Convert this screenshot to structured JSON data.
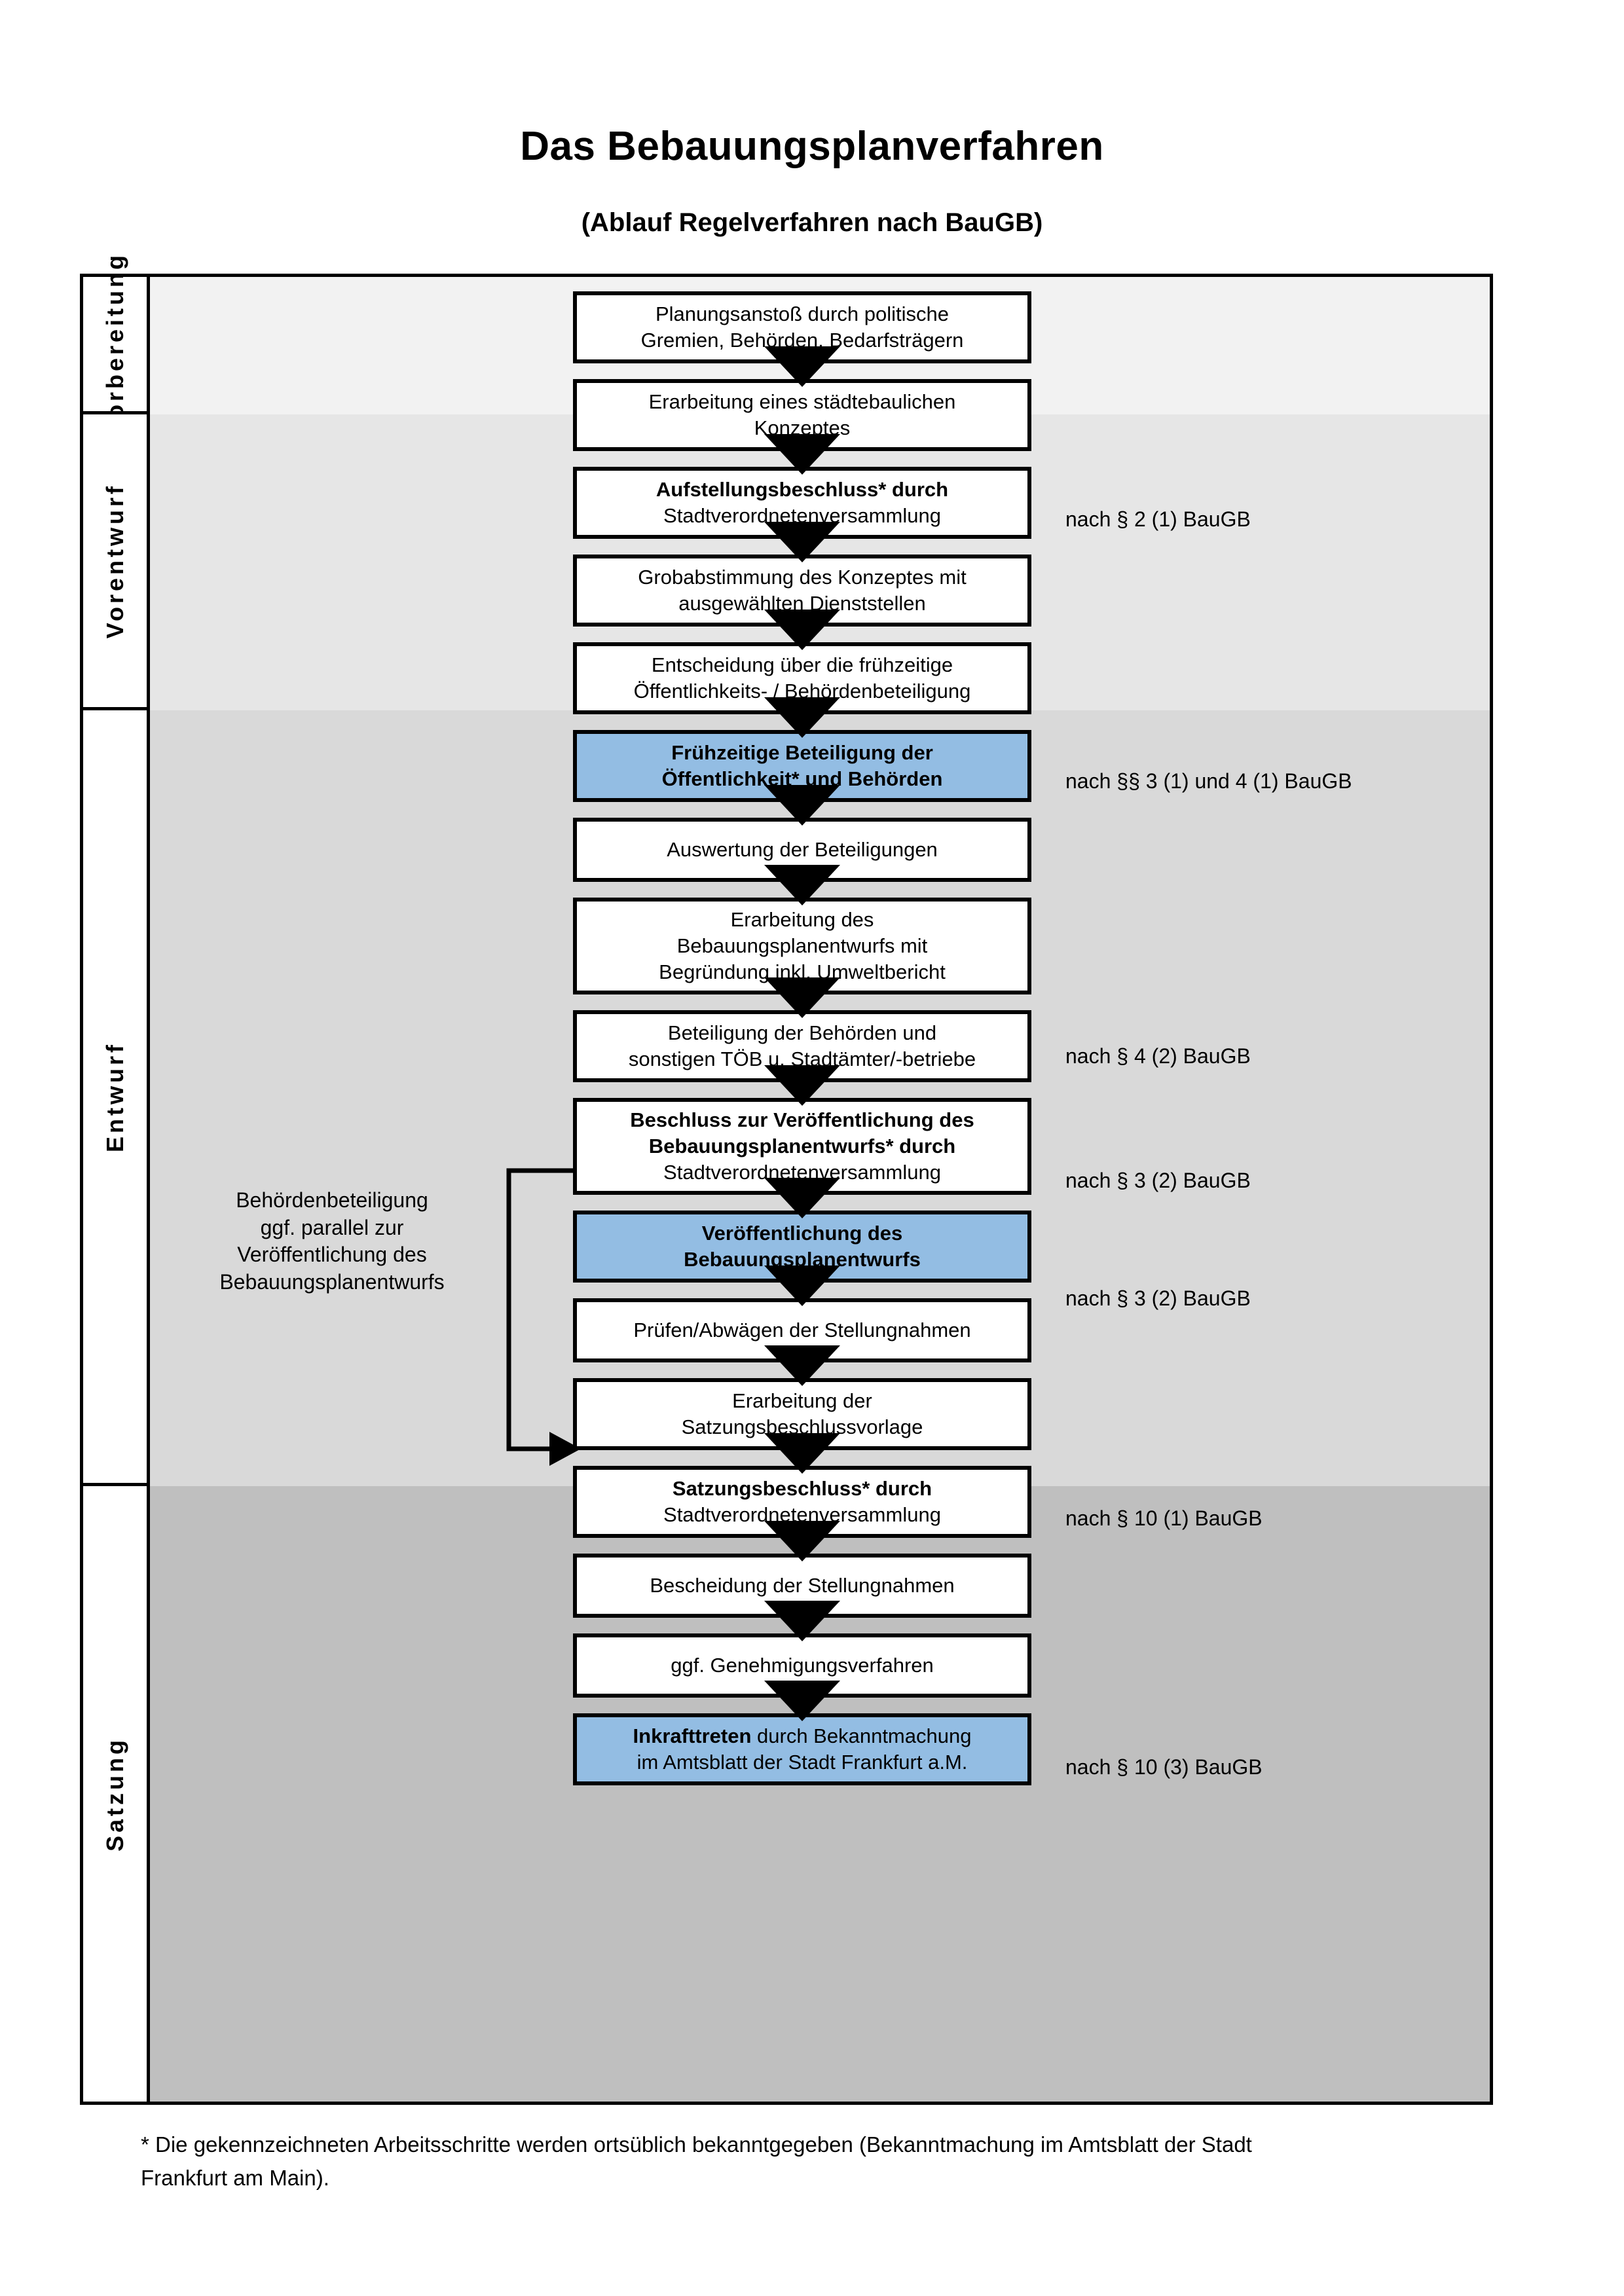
{
  "title": "Das Bebauungsplanverfahren",
  "subtitle": "(Ablauf Regelverfahren nach BauGB)",
  "colors": {
    "highlight_fill": "#93bde3",
    "band_vorbereitung": "#f2f2f2",
    "band_vorentwurf": "#e6e6e6",
    "band_entwurf": "#d9d9d9",
    "band_satzung": "#bfbfbf",
    "outline": "#000000"
  },
  "phases": [
    {
      "label": "Vorbereitung"
    },
    {
      "label": "Vorentwurf"
    },
    {
      "label": "Entwurf"
    },
    {
      "label": "Satzung"
    }
  ],
  "side_note": {
    "lines": [
      "Behördenbeteiligung",
      "ggf. parallel zur",
      "Veröffentlichung des",
      "Bebauungsplanentwurfs"
    ]
  },
  "steps": [
    {
      "id": "planungsanstoss",
      "phase": "Vorbereitung",
      "highlight": false,
      "lines": [
        {
          "text": "Planungsanstoß durch politische",
          "bold": false
        },
        {
          "text": "Gremien, Behörden, Bedarfsträgern",
          "bold": false
        }
      ]
    },
    {
      "id": "staedtebauliches-konzept",
      "phase": "Vorbereitung",
      "highlight": false,
      "lines": [
        {
          "text": "Erarbeitung eines städtebaulichen",
          "bold": false
        },
        {
          "text": "Konzeptes",
          "bold": false
        }
      ]
    },
    {
      "id": "aufstellungsbeschluss",
      "phase": "Vorbereitung",
      "highlight": false,
      "lines": [
        {
          "text": "Aufstellungsbeschluss* durch",
          "bold": true
        },
        {
          "text": "Stadtverordnetenversammlung",
          "bold": false
        }
      ]
    },
    {
      "id": "grobabstimmung",
      "phase": "Vorentwurf",
      "highlight": false,
      "lines": [
        {
          "text": "Grobabstimmung des Konzeptes mit",
          "bold": false
        },
        {
          "text": "ausgewählten Dienststellen",
          "bold": false
        }
      ]
    },
    {
      "id": "entscheidung-fruehzeitige",
      "phase": "Vorentwurf",
      "highlight": false,
      "lines": [
        {
          "text": "Entscheidung über die frühzeitige",
          "bold": false
        },
        {
          "text": "Öffentlichkeits- / Behördenbeteiligung",
          "bold": false
        }
      ]
    },
    {
      "id": "fruehzeitige-beteiligung",
      "phase": "Vorentwurf",
      "highlight": true,
      "lines": [
        {
          "text": "Frühzeitige Beteiligung der",
          "bold": true
        },
        {
          "text": "Öffentlichkeit* und Behörden",
          "bold": true
        }
      ]
    },
    {
      "id": "auswertung-beteiligungen",
      "phase": "Entwurf",
      "highlight": false,
      "lines": [
        {
          "text": "Auswertung der Beteiligungen",
          "bold": false
        }
      ]
    },
    {
      "id": "erarbeitung-entwurf",
      "phase": "Entwurf",
      "highlight": false,
      "lines": [
        {
          "text": "Erarbeitung des",
          "bold": false
        },
        {
          "text": "Bebauungsplanentwurfs mit",
          "bold": false
        },
        {
          "text": "Begründung inkl. Umweltbericht",
          "bold": false
        }
      ]
    },
    {
      "id": "beteiligung-behoerden",
      "phase": "Entwurf",
      "highlight": false,
      "lines": [
        {
          "text": "Beteiligung der Behörden und",
          "bold": false
        },
        {
          "text": "sonstigen TÖB u. Stadtämter/-betriebe",
          "bold": false
        }
      ]
    },
    {
      "id": "beschluss-veroeffentlichung",
      "phase": "Entwurf",
      "highlight": false,
      "lines": [
        {
          "text": "Beschluss zur Veröffentlichung des",
          "bold": true
        },
        {
          "text": "Bebauungsplanentwurfs* durch",
          "bold": true
        },
        {
          "text": "Stadtverordnetenversammlung",
          "bold": false
        }
      ]
    },
    {
      "id": "veroeffentlichung-entwurf",
      "phase": "Entwurf",
      "highlight": true,
      "lines": [
        {
          "text": "Veröffentlichung des",
          "bold": true
        },
        {
          "text": "Bebauungsplanentwurfs",
          "bold": true
        }
      ]
    },
    {
      "id": "pruefen-abwaegen",
      "phase": "Satzung",
      "highlight": false,
      "lines": [
        {
          "text": "Prüfen/Abwägen der Stellungnahmen",
          "bold": false
        }
      ]
    },
    {
      "id": "satzungsbeschlussvorlage",
      "phase": "Satzung",
      "highlight": false,
      "lines": [
        {
          "text": "Erarbeitung der",
          "bold": false
        },
        {
          "text": "Satzungsbeschlussvorlage",
          "bold": false
        }
      ]
    },
    {
      "id": "satzungsbeschluss",
      "phase": "Satzung",
      "highlight": false,
      "lines": [
        {
          "text": "Satzungsbeschluss* durch",
          "bold": true
        },
        {
          "text": "Stadtverordnetenversammlung",
          "bold": false
        }
      ]
    },
    {
      "id": "bescheidung-stellungnahmen",
      "phase": "Satzung",
      "highlight": false,
      "lines": [
        {
          "text": "Bescheidung der Stellungnahmen",
          "bold": false
        }
      ]
    },
    {
      "id": "genehmigungsverfahren",
      "phase": "Satzung",
      "highlight": false,
      "lines": [
        {
          "text": "ggf. Genehmigungsverfahren",
          "bold": false
        }
      ]
    },
    {
      "id": "inkrafttreten",
      "phase": "Satzung",
      "highlight": true,
      "lines": [
        {
          "text": "Inkrafttreten durch Bekanntmachung",
          "bold": false
        },
        {
          "text": "im Amtsblatt der Stadt Frankfurt a.M.",
          "bold": false
        }
      ]
    }
  ],
  "law_refs": [
    {
      "id": "ref-aufstellungsbeschluss",
      "text": "nach § 2 (1) BauGB"
    },
    {
      "id": "ref-fruehzeitige-beteiligung",
      "text": "nach §§ 3 (1) und 4 (1) BauGB"
    },
    {
      "id": "ref-beteiligung-behoerden",
      "text": "nach § 4 (2) BauGB"
    },
    {
      "id": "ref-beschluss-veroeffentlichung",
      "text": "nach § 3 (2) BauGB"
    },
    {
      "id": "ref-veroeffentlichung-entwurf",
      "text": "nach § 3 (2) BauGB"
    },
    {
      "id": "ref-satzungsbeschluss",
      "text": "nach § 10 (1) BauGB"
    },
    {
      "id": "ref-inkrafttreten",
      "text": "nach § 10 (3) BauGB"
    }
  ],
  "footnote": {
    "line1": "* Die gekennzeichneten Arbeitsschritte werden ortsüblich bekanntgegeben (Bekanntmachung im Amtsblatt  der Stadt",
    "line2": "Frankfurt am Main)."
  }
}
